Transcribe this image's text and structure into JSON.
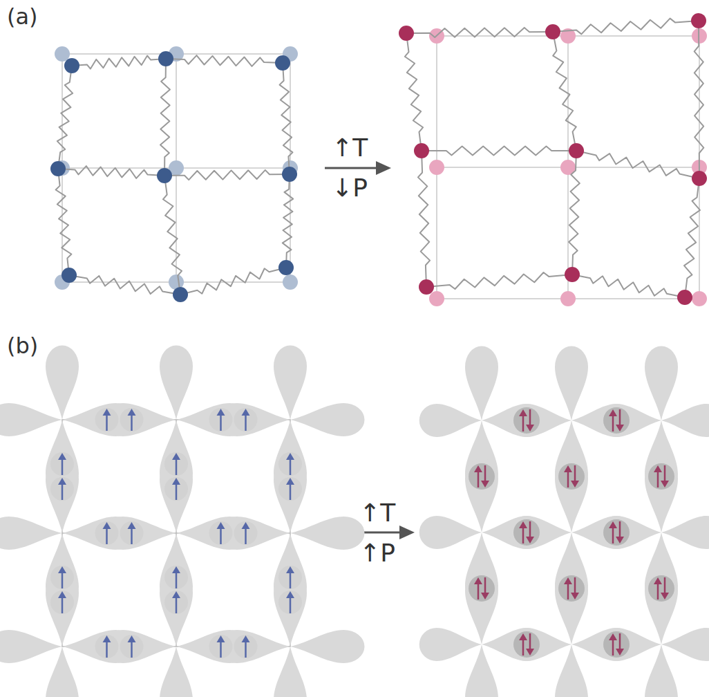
{
  "diagram": {
    "labels": [
      "(a)",
      "↑T",
      "↓P",
      "(b)",
      "↑T",
      "↑P"
    ]
  }
}
